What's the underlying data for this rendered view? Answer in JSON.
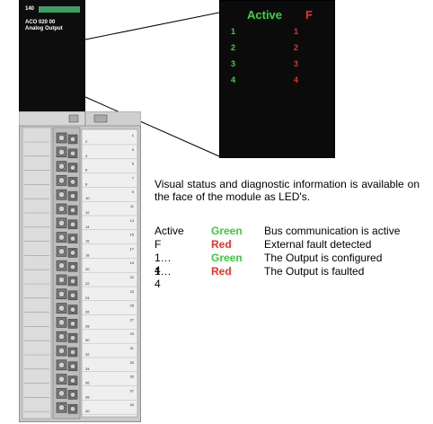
{
  "module": {
    "series": "140",
    "code": "ACO 020 00",
    "name": "Analog Output",
    "terminal_numbers": [
      "1",
      "2",
      "3",
      "4",
      "5",
      "6",
      "7",
      "8",
      "9",
      "10",
      "11",
      "12",
      "13",
      "14",
      "15",
      "16",
      "17",
      "18",
      "19",
      "20",
      "21",
      "22",
      "23",
      "24",
      "25",
      "26",
      "27",
      "28",
      "29",
      "30",
      "31",
      "32",
      "33",
      "34",
      "35",
      "36",
      "37",
      "38",
      "39",
      "40"
    ]
  },
  "zoom": {
    "active_header": "Active",
    "fault_header": "F",
    "active_leds": [
      "1",
      "2",
      "3",
      "4"
    ],
    "fault_leds": [
      "1",
      "2",
      "3",
      "4"
    ]
  },
  "description": "Visual status and diagnostic information is available on the face of the module as LED's.",
  "legend": [
    {
      "indicator": "Active",
      "color": "Green",
      "color_hex": "#3bc83b",
      "meaning": "Bus communication is active"
    },
    {
      "indicator": "F",
      "color": "Red",
      "color_hex": "#e8312a",
      "meaning": "External fault detected"
    },
    {
      "indicator": "1…4",
      "color": "Green",
      "color_hex": "#3bc83b",
      "meaning": "The Output is configured"
    },
    {
      "indicator": "1…4",
      "color": "Red",
      "color_hex": "#e8312a",
      "meaning": "The Output is faulted"
    }
  ]
}
